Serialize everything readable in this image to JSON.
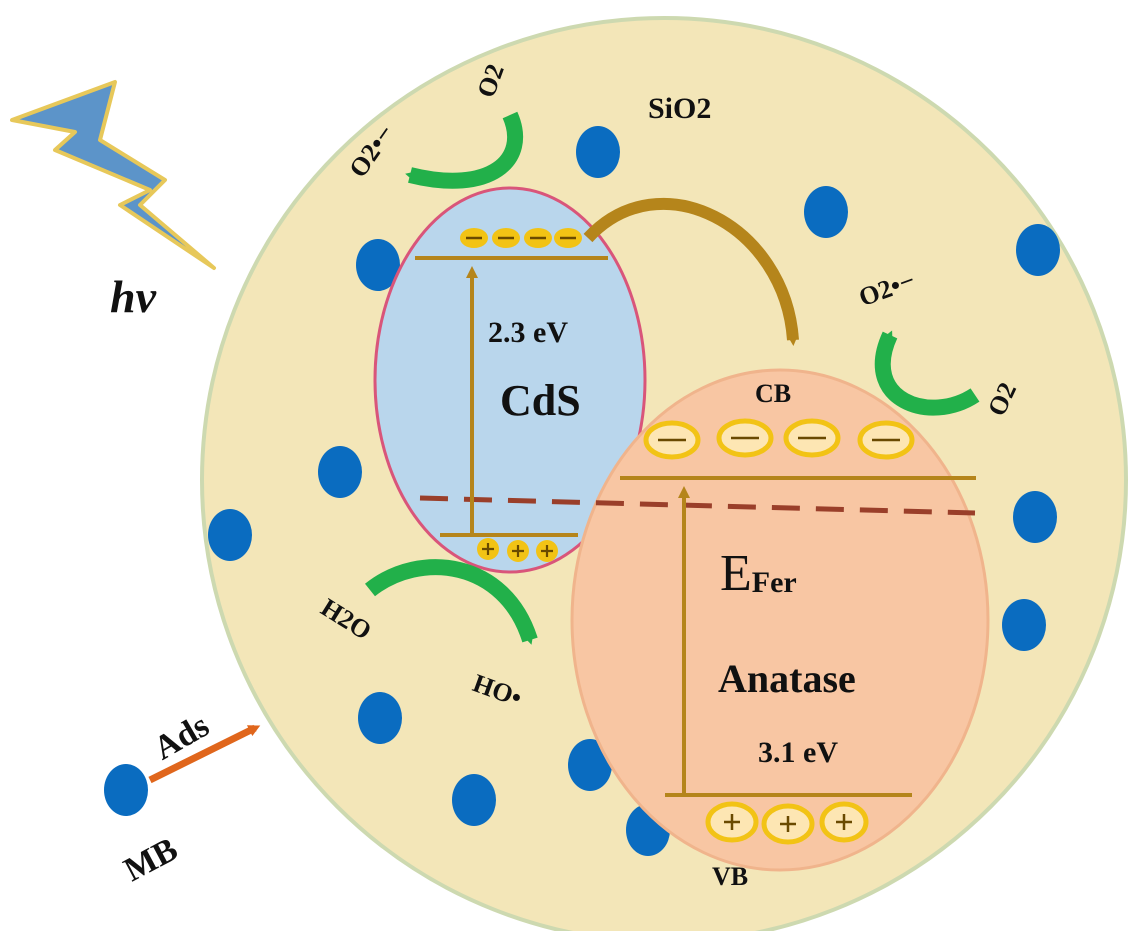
{
  "labels": {
    "silica": "SiO2",
    "light": "hv",
    "adsorption": "Ads",
    "dye": "MB",
    "cds_gap": "2.3 eV",
    "cds": "CdS",
    "anatase_cb": "CB",
    "anatase_vb": "VB",
    "fermi_E": "E",
    "fermi_sub": "Fer",
    "anatase": "Anatase",
    "anatase_gap": "3.1 eV",
    "oxygen_1": "O2",
    "superoxide_1": "O2•−",
    "oxygen_2": "O2",
    "superoxide_2": "O2•−",
    "water": "H2O",
    "hydroxyl": "•OH"
  },
  "colors": {
    "sphere_fill": "#f3e6b8",
    "sphere_edge": "#cdd9b0",
    "cds_fill": "#b9d6ec",
    "cds_edge": "#d9557a",
    "anatase_fill": "#f8c6a3",
    "anatase_edge": "#f0b48c",
    "band_line": "#b5851b",
    "carrier_fill": "#f2c315",
    "fermi_line": "#9a3f2a",
    "green_arrow": "#22b04a",
    "transfer_arrow": "#b5851b",
    "ads_arrow": "#e0661c",
    "particle": "#0a6cc0",
    "lightning_fill": "#5c94c9",
    "lightning_edge": "#e7c85a"
  }
}
